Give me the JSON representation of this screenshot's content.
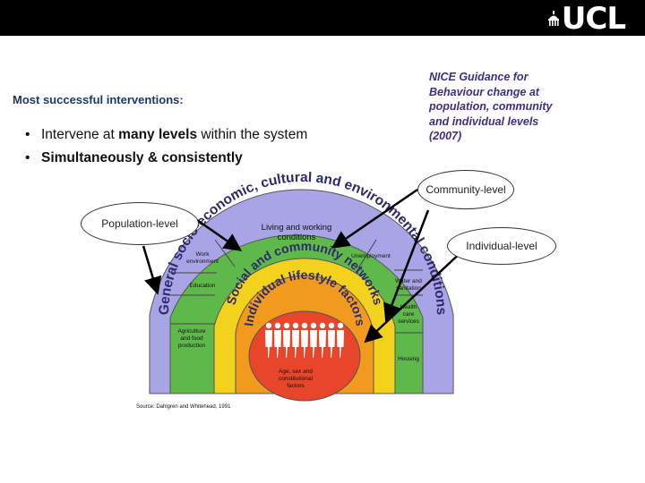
{
  "logo": {
    "text": "UCL"
  },
  "heading": "Most successful interventions:",
  "bullets": [
    {
      "plain_pre": "Intervene at ",
      "bold": "many levels",
      "plain_post": " within the system"
    },
    {
      "plain_pre": "",
      "bold": "Simultaneously & consistently",
      "plain_post": ""
    }
  ],
  "nice_guidance": "NICE Guidance for Behaviour change at population, community and individual levels (2007)",
  "callouts": {
    "community": "Community-level",
    "population": "Population-level",
    "individual": "Individual-level"
  },
  "rainbow": {
    "outer_label": "General socio-economic, cultural and environmental conditions",
    "living_label": "Living and working conditions",
    "social_label": "Social and community networks",
    "lifestyle_label": "Individual lifestyle factors",
    "core_label": "Age, sex and constitutional factors",
    "sectors": [
      "Work environment",
      "Education",
      "Agriculture and food production",
      "Unemployment",
      "Water and sanitation",
      "Health care services",
      "Housing"
    ],
    "source": "Source: Dahlgren and Whitehead, 1991",
    "colors": {
      "outer": "#a9a4e6",
      "living": "#5fb84a",
      "social": "#f2d21d",
      "lifestyle": "#f19a1e",
      "core": "#e9452b"
    }
  }
}
